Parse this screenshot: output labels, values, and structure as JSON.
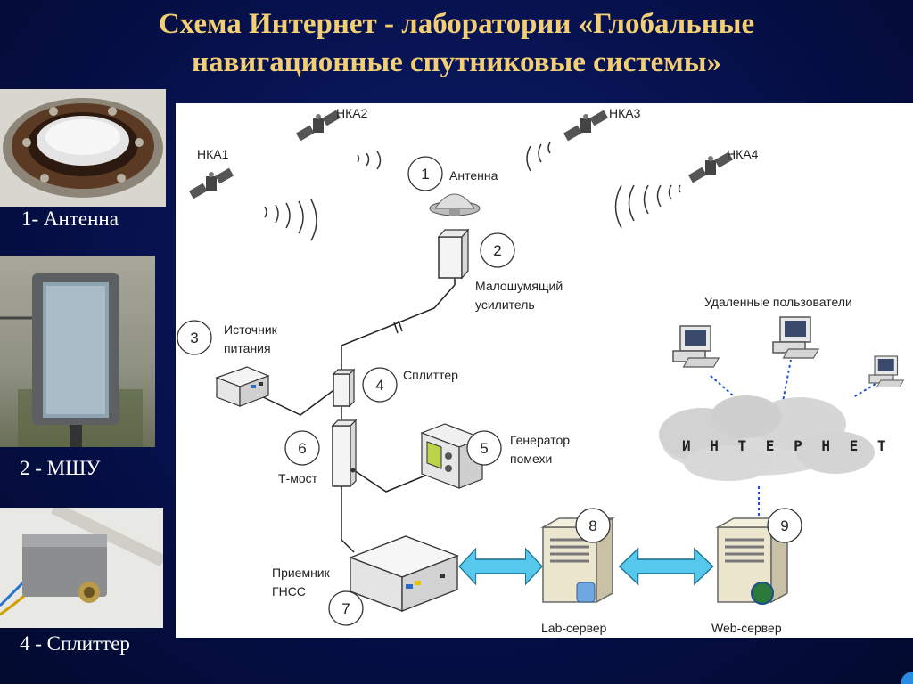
{
  "title": {
    "line1": "Схема Интернет - лаборатории «Глобальные",
    "line2": "навигационные спутниковые системы»"
  },
  "photos": [
    {
      "caption": "1- Антенна"
    },
    {
      "caption": "2 - МШУ"
    },
    {
      "caption": "4 - Сплиттер"
    }
  ],
  "satellites": [
    "НКА1",
    "НКА2",
    "НКА3",
    "НКА4"
  ],
  "nodes": {
    "n1": {
      "num": "1",
      "label": "Антенна"
    },
    "n2": {
      "num": "2",
      "label1": "Малошумящий",
      "label2": "усилитель"
    },
    "n3": {
      "num": "3",
      "label1": "Источник",
      "label2": "питания"
    },
    "n4": {
      "num": "4",
      "label": "Сплиттер"
    },
    "n5": {
      "num": "5",
      "label1": "Генератор",
      "label2": "помехи"
    },
    "n6": {
      "num": "6",
      "label": "Т-мост"
    },
    "n7": {
      "num": "7",
      "label1": "Приемник",
      "label2": "ГНСС"
    },
    "n8": {
      "num": "8",
      "label": "Lab-сервер"
    },
    "n9": {
      "num": "9",
      "label": "Web-сервер"
    }
  },
  "remote_users": "Удаленные пользователи",
  "internet": "И Н Т Е Р Н Е Т",
  "colors": {
    "title": "#f2cf74",
    "background": "#06104a",
    "arrow": "#55c8ec",
    "link": "#1f4fd0"
  }
}
